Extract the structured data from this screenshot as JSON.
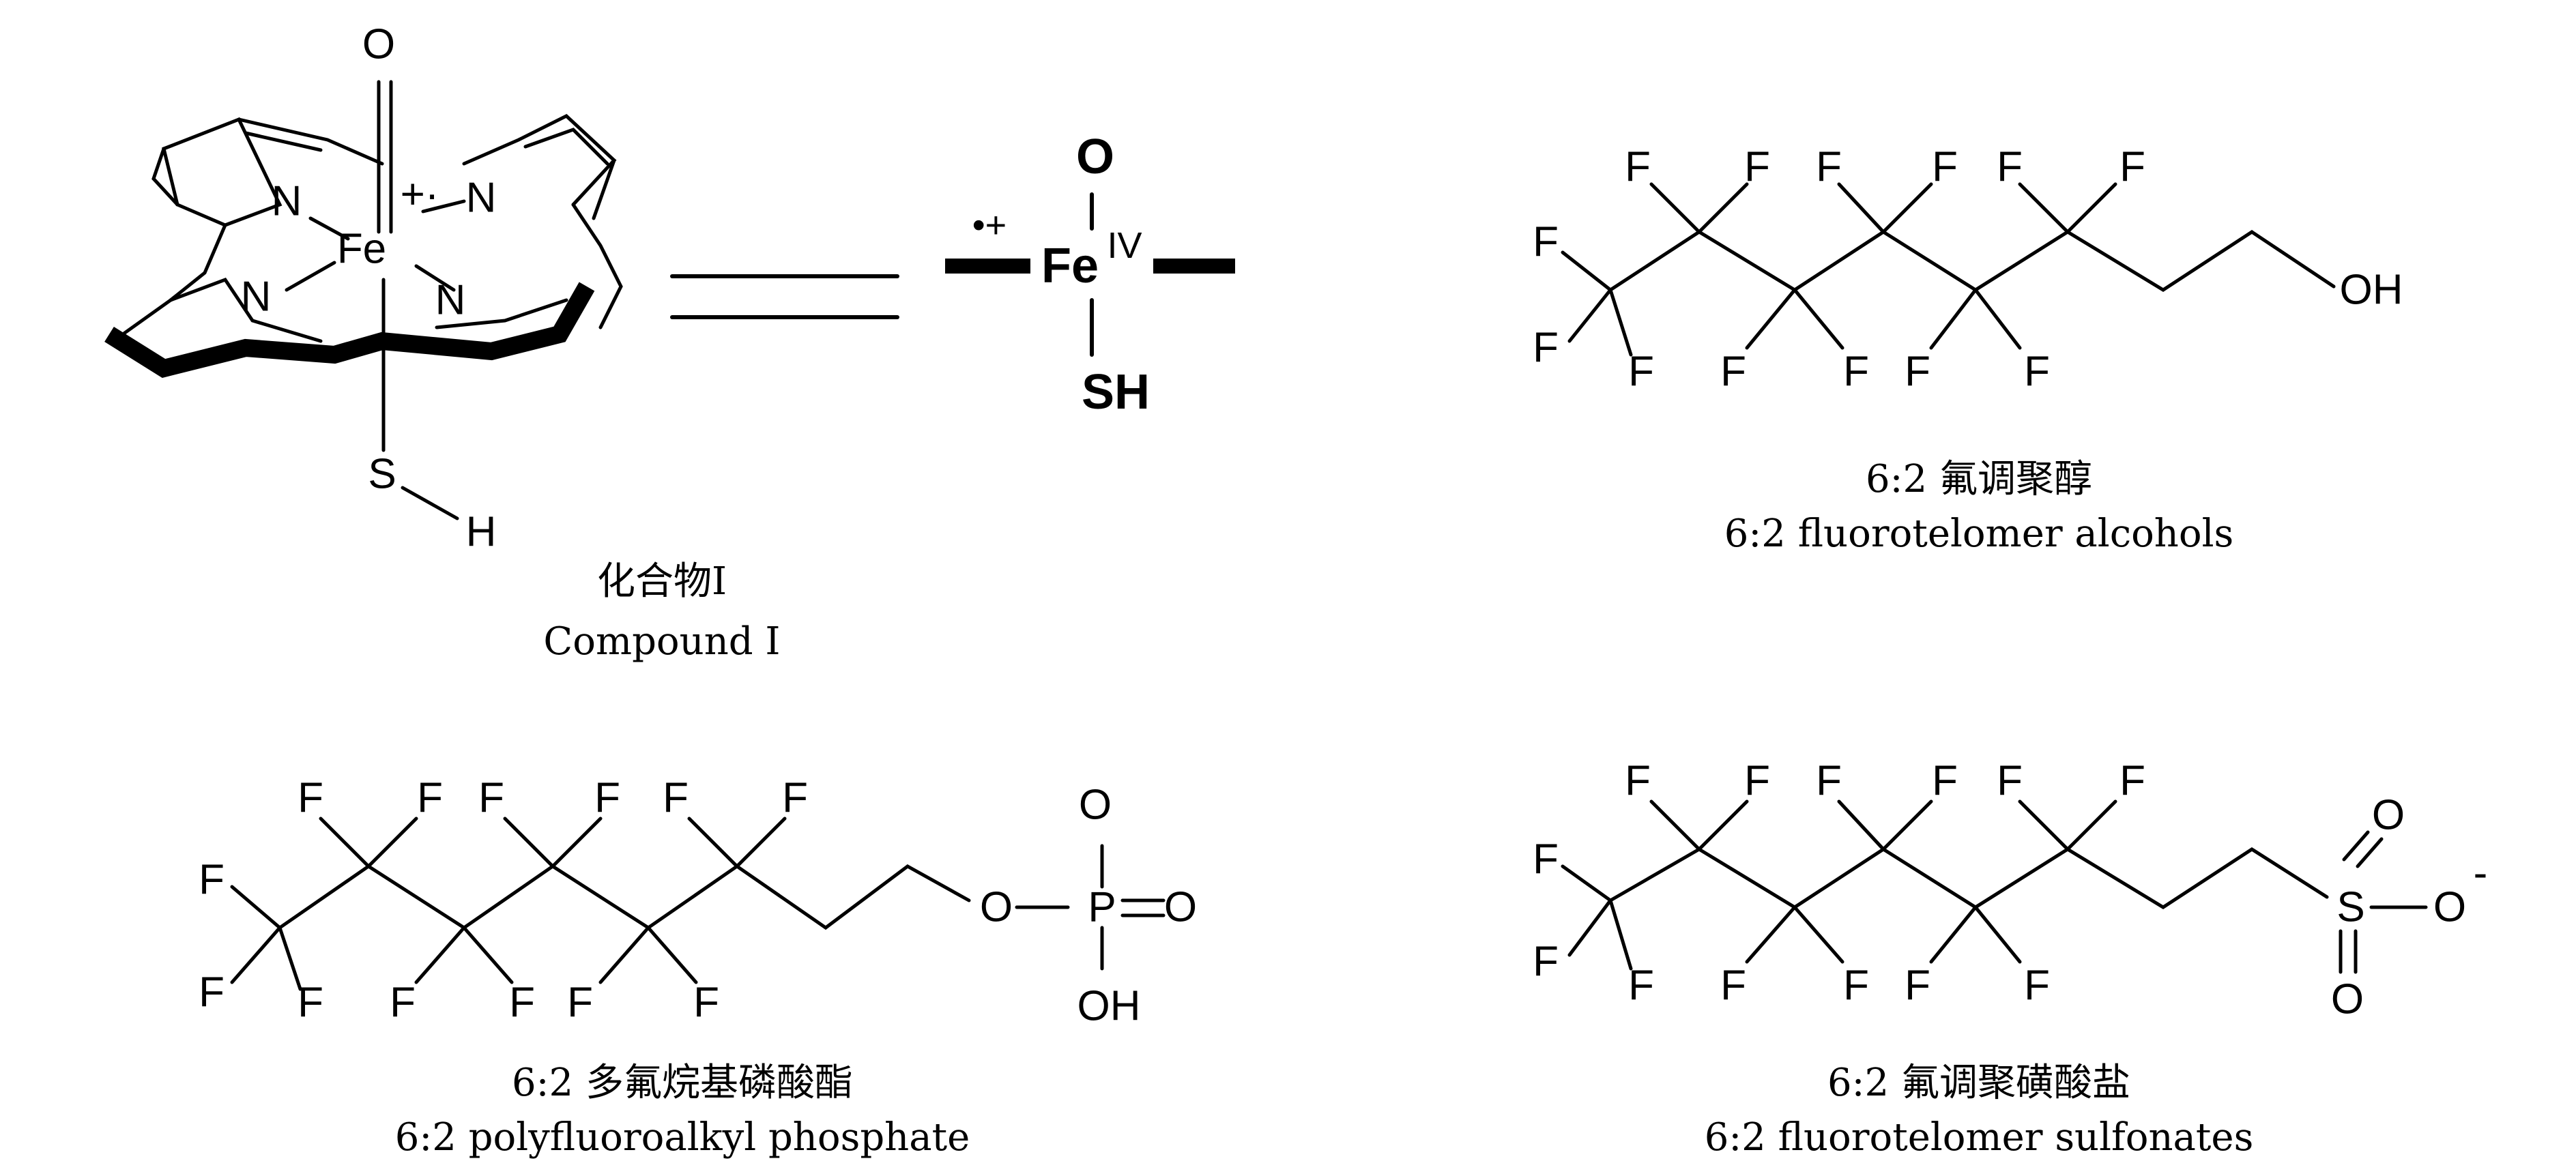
{
  "compound_i": {
    "caption_zh": "化合物I",
    "caption_en": "Compound I",
    "atoms": {
      "O": "O",
      "N": "N",
      "Fe": "Fe",
      "charge": "+·",
      "S": "S",
      "H": "H"
    },
    "simplified": {
      "O": "O",
      "Fe": "Fe",
      "oxidation": "IV",
      "radical": "•+",
      "SH": "SH"
    }
  },
  "ftoh": {
    "caption_zh": "6:2 氟调聚醇",
    "caption_en": "6:2 fluorotelomer alcohols",
    "terminal": "OH",
    "fluorine": "F"
  },
  "pap": {
    "caption_zh": "6:2 多氟烷基磷酸酯",
    "caption_en": "6:2 polyfluoroalkyl phosphate",
    "fluorine": "F",
    "O": "O",
    "P": "P",
    "OH": "OH"
  },
  "fts": {
    "caption_zh": "6:2 氟调聚磺酸盐",
    "caption_en": "6:2 fluorotelomer sulfonates",
    "fluorine": "F",
    "S": "S",
    "O": "O",
    "charge": "-"
  }
}
